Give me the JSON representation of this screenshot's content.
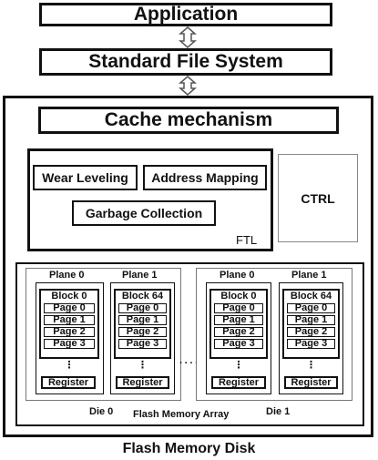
{
  "application": "Application",
  "file_system": "Standard File System",
  "cache": "Cache mechanism",
  "wear_leveling": "Wear Leveling",
  "address_mapping": "Address Mapping",
  "garbage_collection": "Garbage Collection",
  "ftl": "FTL",
  "ctrl": "CTRL",
  "plane0": "Plane 0",
  "plane1": "Plane 1",
  "block0": "Block 0",
  "block64": "Block 64",
  "pages": [
    "Page 0",
    "Page 1",
    "Page 2",
    "Page 3"
  ],
  "register": "Register",
  "die0": "Die 0",
  "die1": "Die 1",
  "flash_array": "Flash Memory Array",
  "disk": "Flash Memory Disk",
  "vdots": "⋮",
  "hdots": "·····"
}
